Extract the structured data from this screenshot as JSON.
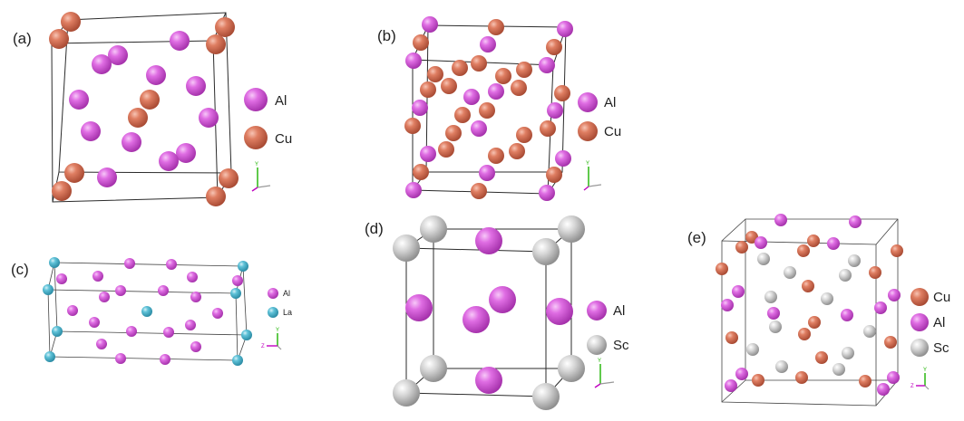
{
  "panels": {
    "a": {
      "label": "(a)",
      "legend": [
        {
          "text": "Al",
          "color": "#d25bd8"
        },
        {
          "text": "Cu",
          "color": "#d9785e"
        }
      ]
    },
    "b": {
      "label": "(b)",
      "legend": [
        {
          "text": "Al",
          "color": "#d25bd8"
        },
        {
          "text": "Cu",
          "color": "#d9785e"
        }
      ]
    },
    "c": {
      "label": "(c)",
      "legend": [
        {
          "text": "Al",
          "color": "#d25bd8"
        },
        {
          "text": "La",
          "color": "#52b7cf"
        }
      ]
    },
    "d": {
      "label": "(d)",
      "legend": [
        {
          "text": "Al",
          "color": "#d25bd8"
        },
        {
          "text": "Sc",
          "color": "#c8c8c8"
        }
      ]
    },
    "e": {
      "label": "(e)",
      "legend": [
        {
          "text": "Cu",
          "color": "#d9785e"
        },
        {
          "text": "Al",
          "color": "#d25bd8"
        },
        {
          "text": "Sc",
          "color": "#c8c8c8"
        }
      ]
    }
  },
  "axis_labels": {
    "y": "Y",
    "z": "Z"
  },
  "colors": {
    "al": "#d25bd8",
    "cu": "#d9785e",
    "la": "#52b7cf",
    "sc": "#c8c8c8"
  }
}
